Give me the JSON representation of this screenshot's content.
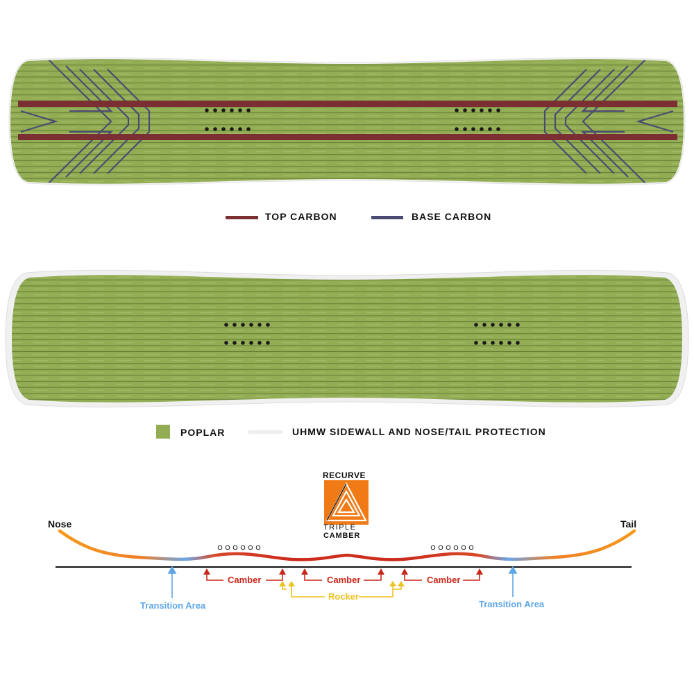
{
  "colors": {
    "poplar": "#93ad55",
    "top_carbon": "#7b2f32",
    "base_carbon": "#4a4b72",
    "sidewall": "#eeeeee",
    "camber": "#c8281c",
    "rocker": "#eec320",
    "transition": "#5ea7e6",
    "logo_orange": "#f07a15"
  },
  "legend_top": {
    "top_carbon": "TOP CARBON",
    "base_carbon": "BASE CARBON"
  },
  "legend_bottom": {
    "poplar": "POPLAR",
    "sidewall": "UHMW SIDEWALL AND NOSE/TAIL PROTECTION"
  },
  "logo": {
    "top": "RECURVE",
    "middle": "TRIPLE",
    "bottom": "CAMBER"
  },
  "profile": {
    "nose": "Nose",
    "tail": "Tail",
    "camber_labels": [
      "Camber",
      "Camber",
      "Camber"
    ],
    "rocker": "Rocker",
    "transition_left": "Transition Area",
    "transition_right": "Transition Area"
  }
}
